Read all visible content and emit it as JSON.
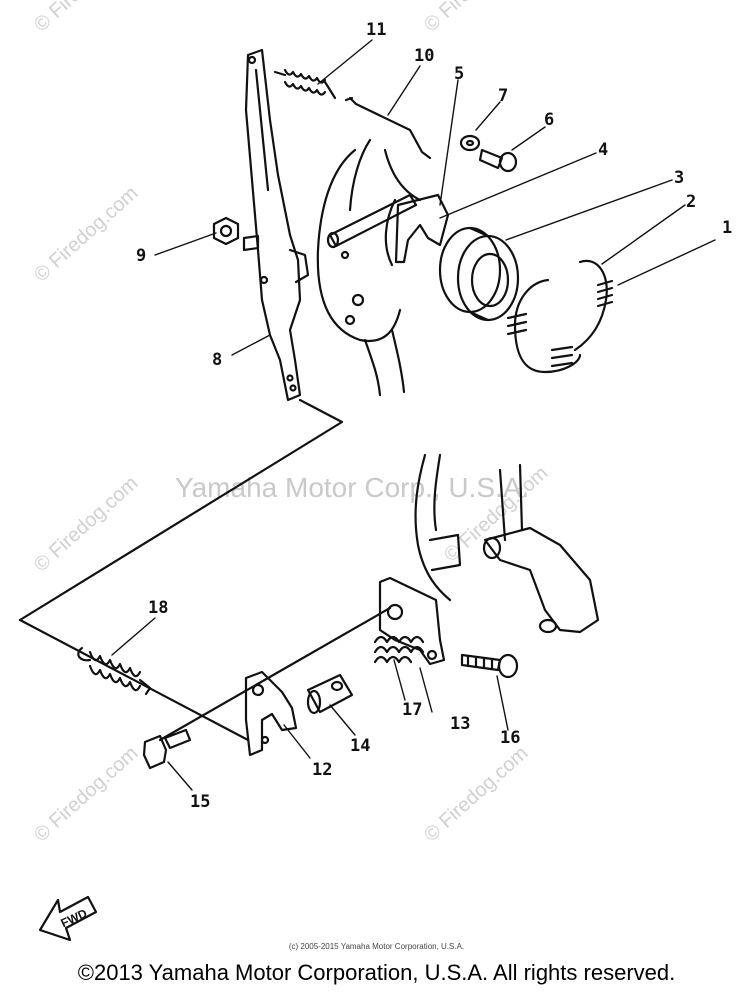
{
  "watermarks": {
    "center": "Yamaha Motor Corp., U.S.A.",
    "diagonal": "© Firedog.com"
  },
  "callouts": {
    "c1": "1",
    "c2": "2",
    "c3": "3",
    "c4": "4",
    "c5": "5",
    "c6": "6",
    "c7": "7",
    "c8": "8",
    "c9": "9",
    "c10": "10",
    "c11": "11",
    "c12": "12",
    "c13": "13",
    "c14": "14",
    "c15": "15",
    "c16": "16",
    "c17": "17",
    "c18": "18"
  },
  "fwd_label": "FWD",
  "small_copyright": "(c) 2005-2015 Yamaha Motor Corporation, U.S.A.",
  "footer": "©2013 Yamaha Motor Corporation, U.S.A. All rights reserved."
}
